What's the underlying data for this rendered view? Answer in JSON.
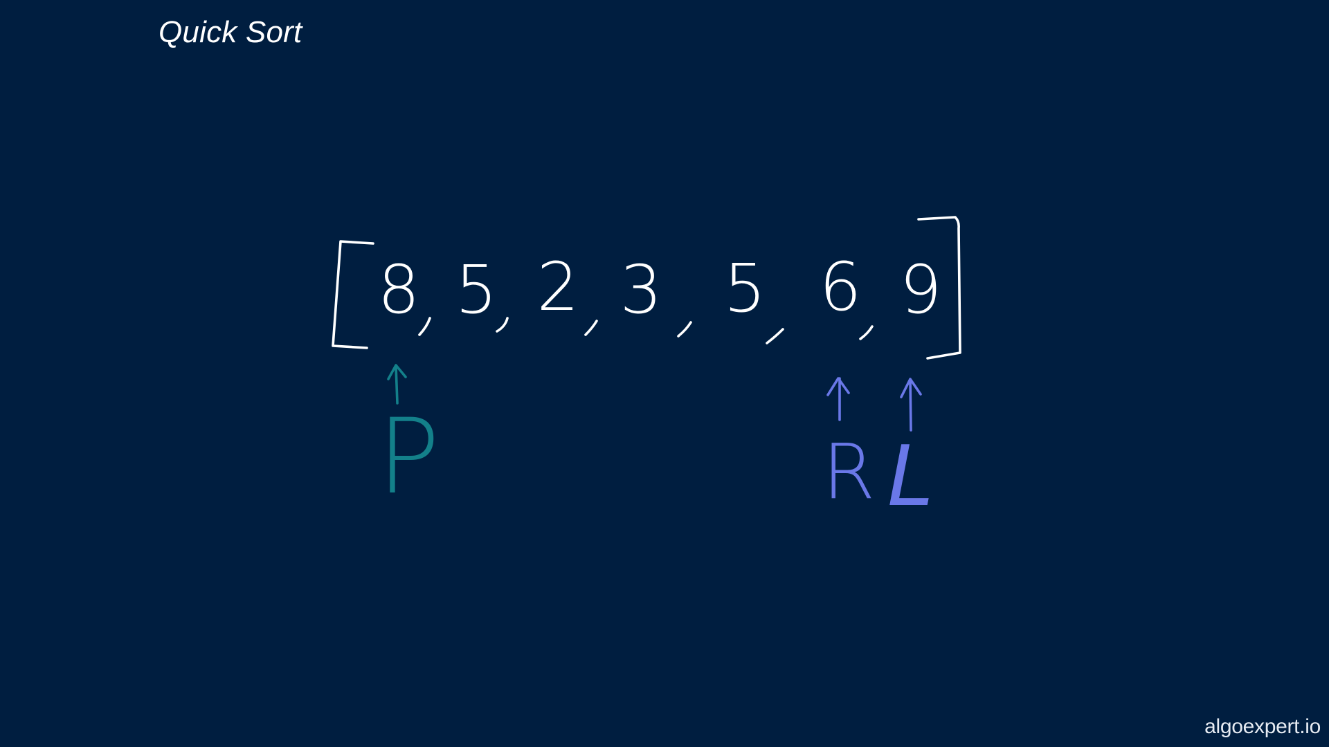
{
  "title": "Quick Sort",
  "watermark": "algoexpert.io",
  "array": [
    "8",
    "5",
    "2",
    "3",
    "5",
    "6",
    "9"
  ],
  "pointers": {
    "pivot": {
      "label": "P",
      "index": 0
    },
    "right": {
      "label": "R",
      "index": 5
    },
    "left": {
      "label": "L",
      "index": 6
    }
  },
  "colors": {
    "background": "#001e40",
    "ink": "#ffffff",
    "pivot": "#13808a",
    "pointer": "#6a78e8"
  }
}
